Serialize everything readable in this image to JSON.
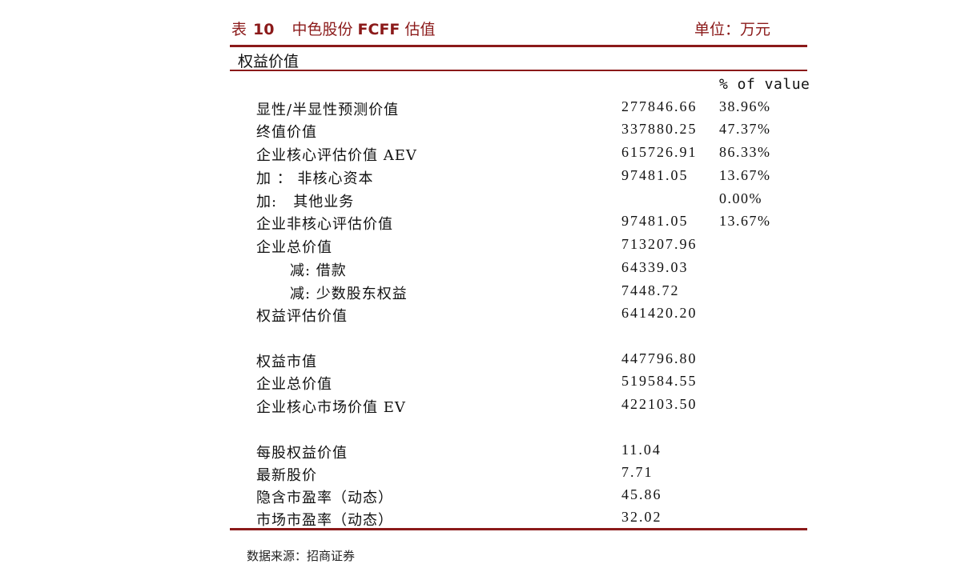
{
  "title": {
    "prefix": "表",
    "number": "10",
    "name": "中色股份",
    "name_bold": "FCFF",
    "name_suffix": "估值",
    "unit": "单位：万元"
  },
  "colors": {
    "accent": "#8b1a1a",
    "text": "#111111"
  },
  "table": {
    "section_header": "权益价值",
    "pct_header": "% of value",
    "rows": [
      {
        "label": "显性/半显性预测价值",
        "value": "277846.66",
        "pct": "38.96%",
        "indent": false
      },
      {
        "label": "终值价值",
        "value": "337880.25",
        "pct": "47.37%",
        "indent": false
      },
      {
        "label": "企业核心评估价值 AEV",
        "value": "615726.91",
        "pct": "86.33%",
        "indent": false
      },
      {
        "label": "加 ： 非核心资本",
        "value": "97481.05",
        "pct": "13.67%",
        "indent": false
      },
      {
        "label": "加:   其他业务",
        "value": "",
        "pct": "0.00%",
        "indent": false
      },
      {
        "label": "企业非核心评估价值",
        "value": "97481.05",
        "pct": "13.67%",
        "indent": false
      },
      {
        "label": "企业总价值",
        "value": "713207.96",
        "pct": "",
        "indent": false
      },
      {
        "label": "减: 借款",
        "value": "64339.03",
        "pct": "",
        "indent": true
      },
      {
        "label": "减: 少数股东权益",
        "value": "7448.72",
        "pct": "",
        "indent": true
      },
      {
        "label": "权益评估价值",
        "value": "641420.20",
        "pct": "",
        "indent": false
      },
      {
        "label": "权益市值",
        "value": "447796.80",
        "pct": "",
        "indent": false
      },
      {
        "label": "企业总价值",
        "value": "519584.55",
        "pct": "",
        "indent": false
      },
      {
        "label": "企业核心市场价值 EV",
        "value": "422103.50",
        "pct": "",
        "indent": false
      },
      {
        "label": "每股权益价值",
        "value": "11.04",
        "pct": "",
        "indent": false
      },
      {
        "label": "最新股价",
        "value": "7.71",
        "pct": "",
        "indent": false
      },
      {
        "label": "隐含市盈率（动态）",
        "value": "45.86",
        "pct": "",
        "indent": false
      },
      {
        "label": "市场市盈率（动态）",
        "value": "32.02",
        "pct": "",
        "indent": false
      }
    ]
  },
  "source": "数据来源：招商证券"
}
